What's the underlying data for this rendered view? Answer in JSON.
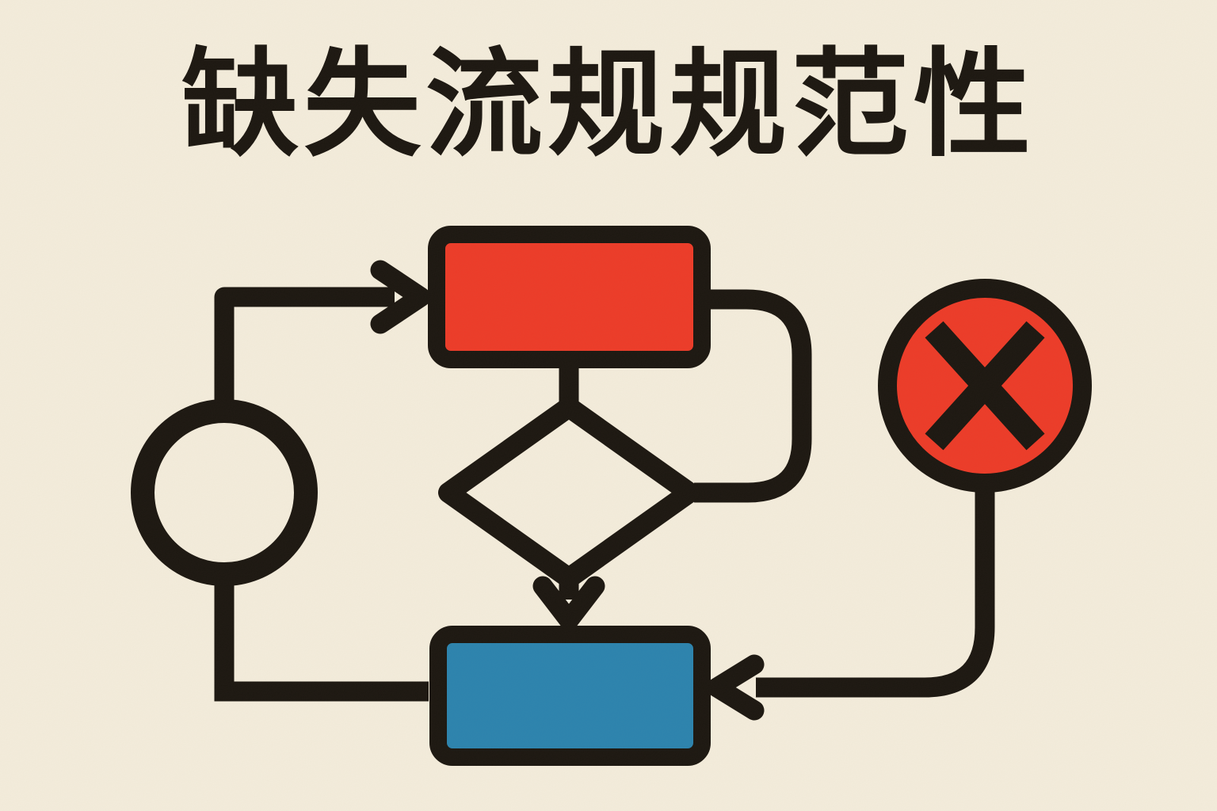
{
  "title": {
    "text": "缺失流规规范性"
  },
  "colors": {
    "background": "#f5eedd",
    "ink": "#1a150f",
    "accent_red": "#ee3a27",
    "accent_blue": "#2a83af"
  },
  "diagram": {
    "nodes": [
      {
        "id": "start-circle",
        "shape": "circle",
        "fill": "none",
        "label": ""
      },
      {
        "id": "top-process",
        "shape": "rounded-rectangle",
        "fill": "accent_red",
        "label": ""
      },
      {
        "id": "decision",
        "shape": "diamond",
        "fill": "none",
        "label": ""
      },
      {
        "id": "bottom-process",
        "shape": "rounded-rectangle",
        "fill": "accent_blue",
        "label": ""
      },
      {
        "id": "error-badge",
        "shape": "circle-with-x",
        "fill": "accent_red",
        "label": ""
      }
    ],
    "edges": [
      {
        "from": "start-circle",
        "to": "top-process",
        "route": "up-then-right",
        "arrowhead": true
      },
      {
        "from": "top-process",
        "to": "decision",
        "route": "straight-down",
        "arrowhead": false
      },
      {
        "from": "top-process",
        "to": "decision",
        "route": "right-side-loop",
        "arrowhead": false
      },
      {
        "from": "decision",
        "to": "bottom-process",
        "route": "straight-down",
        "arrowhead": true
      },
      {
        "from": "start-circle",
        "to": "bottom-process",
        "route": "down-then-right",
        "arrowhead": false
      },
      {
        "from": "error-badge",
        "to": "bottom-process",
        "route": "down-then-left-curve",
        "arrowhead": true
      }
    ]
  }
}
